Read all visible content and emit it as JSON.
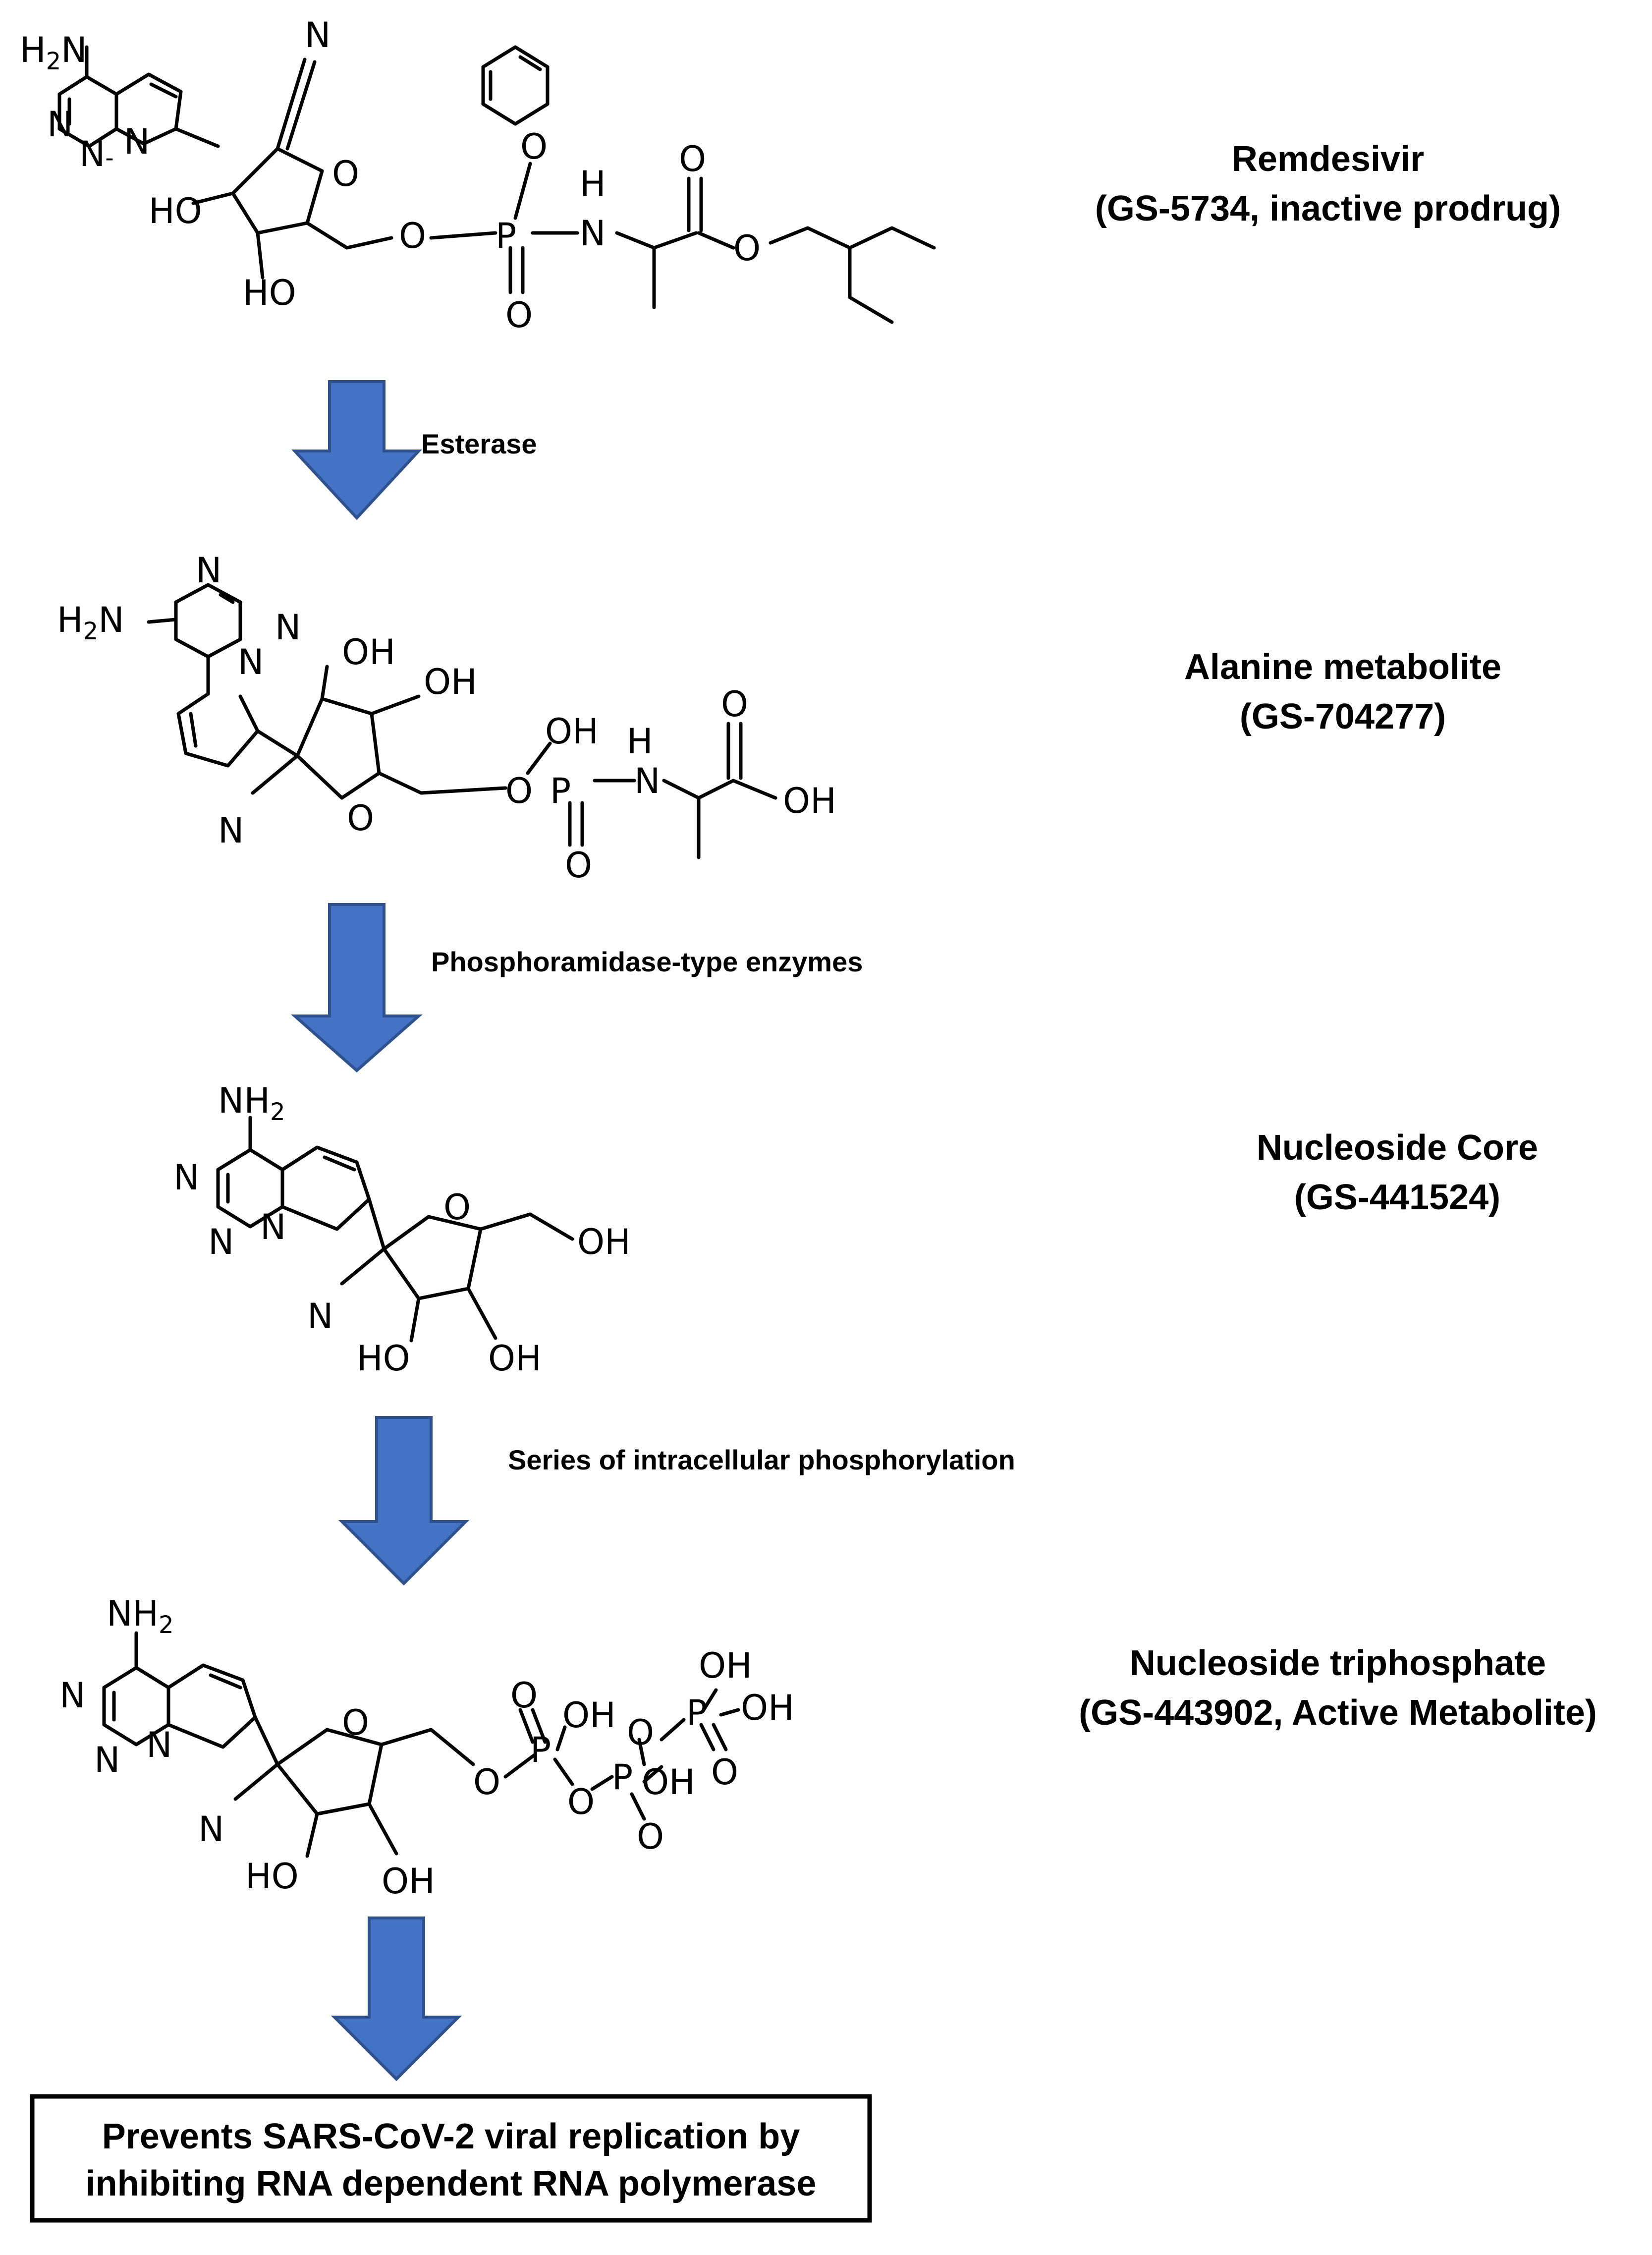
{
  "stages": [
    {
      "name": "Remdesivir",
      "code": "(GS-5734, inactive prodrug)"
    },
    {
      "name": "Alanine metabolite",
      "code": "(GS-704277)"
    },
    {
      "name": "Nucleoside Core",
      "code": "(GS-441524)"
    },
    {
      "name": "Nucleoside triphosphate",
      "code": "(GS-443902, Active Metabolite)"
    }
  ],
  "steps": [
    {
      "label": "Esterase"
    },
    {
      "label": "Phosphoramidase-type enzymes"
    },
    {
      "label": "Series of intracellular phosphorylation"
    },
    {
      "label": ""
    }
  ],
  "outcome": {
    "line1": "Prevents SARS-CoV-2 viral replication by",
    "line2": "inhibiting RNA dependent RNA polymerase"
  },
  "atoms": {
    "N": "N",
    "O": "O",
    "P": "P",
    "H": "H",
    "OH": "OH",
    "HO": "HO",
    "H2N_main": "H",
    "NH2_main": "NH",
    "sub2": "2",
    "N2": "N"
  },
  "colors": {
    "arrow_fill": "#4472c4",
    "arrow_stroke": "#2f528f"
  }
}
